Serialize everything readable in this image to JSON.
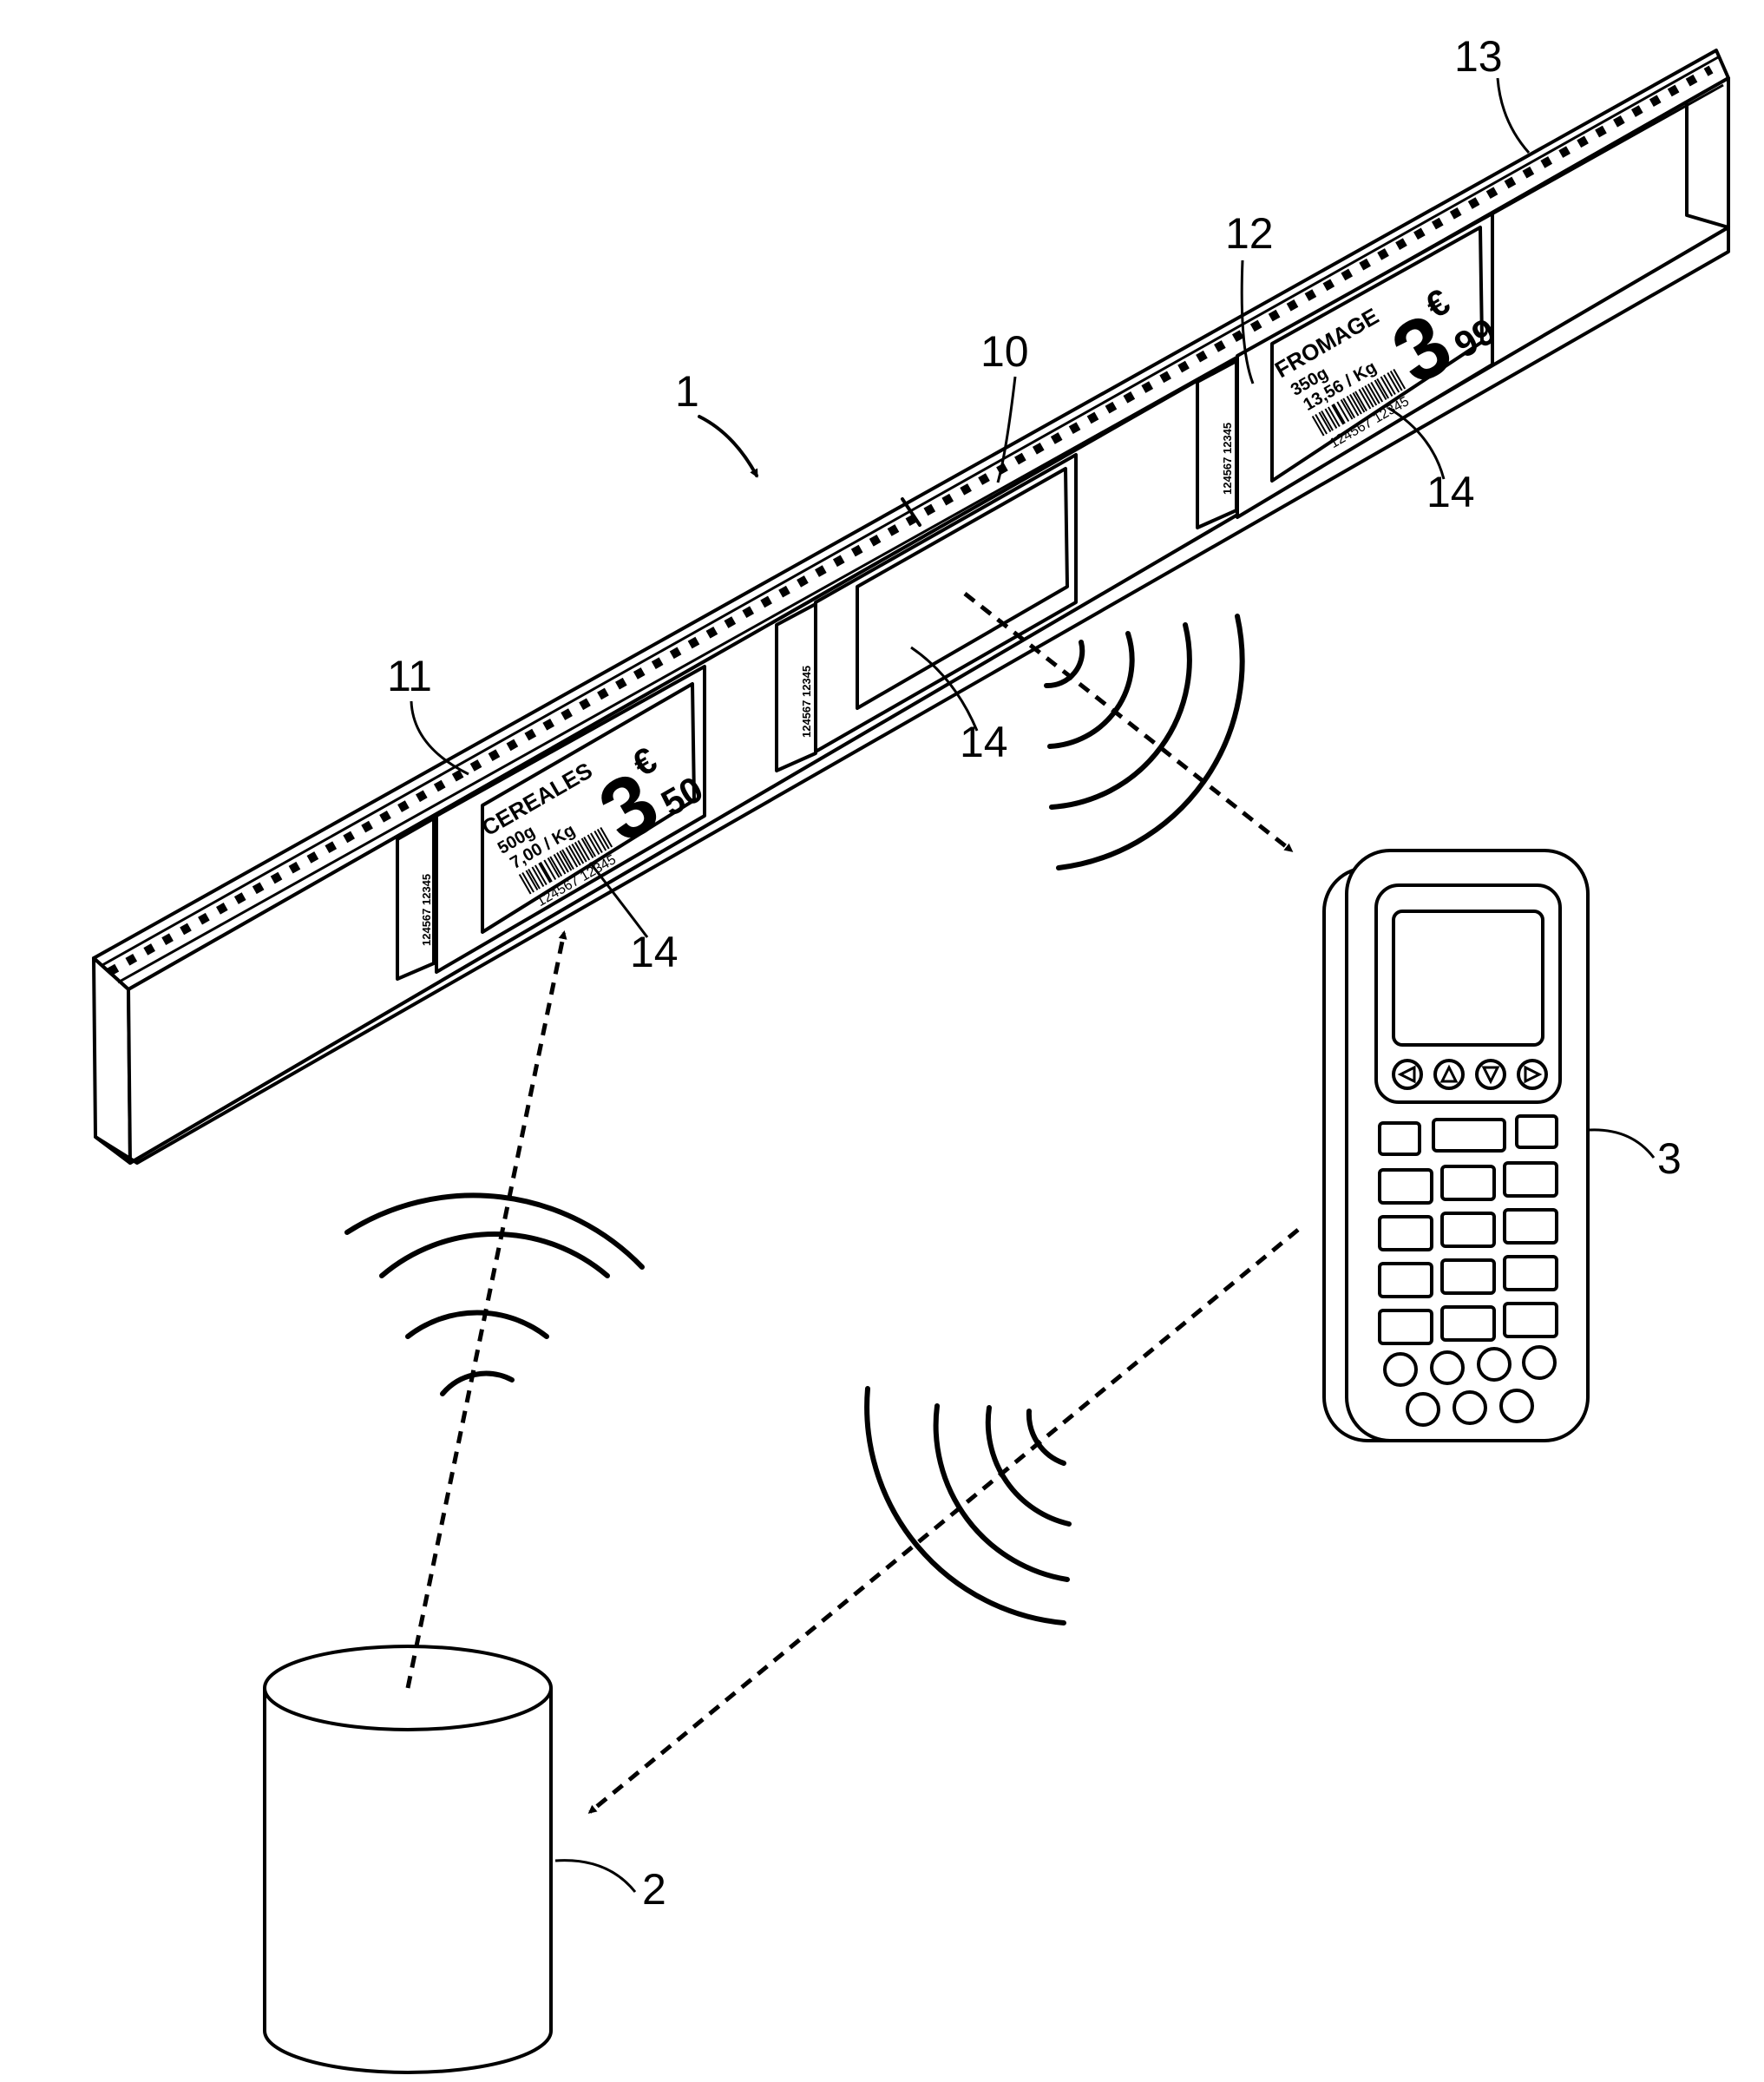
{
  "reference_numerals": {
    "system": "1",
    "server": "2",
    "handheld_terminal": "3",
    "shelf_module": "10",
    "shelf_edge_left": "11",
    "shelf_edge_right": "12",
    "rail": "13",
    "label_display_left": "14",
    "label_display_middle": "14",
    "label_display_right": "14"
  },
  "labels": {
    "left": {
      "product": "CEREALES",
      "weight": "500g",
      "unit_price": "7,00 / Kg",
      "barcode_digits": "124567 12345",
      "price_main": "3",
      "currency": "€",
      "price_cents": "50"
    },
    "right": {
      "product": "FROMAGE",
      "weight": "350g",
      "unit_price": "13,56 / Kg",
      "barcode_digits": "124567 12345",
      "price_main": "3",
      "currency": "€",
      "price_cents": "99"
    },
    "divider_barcode": "124567 12345"
  }
}
